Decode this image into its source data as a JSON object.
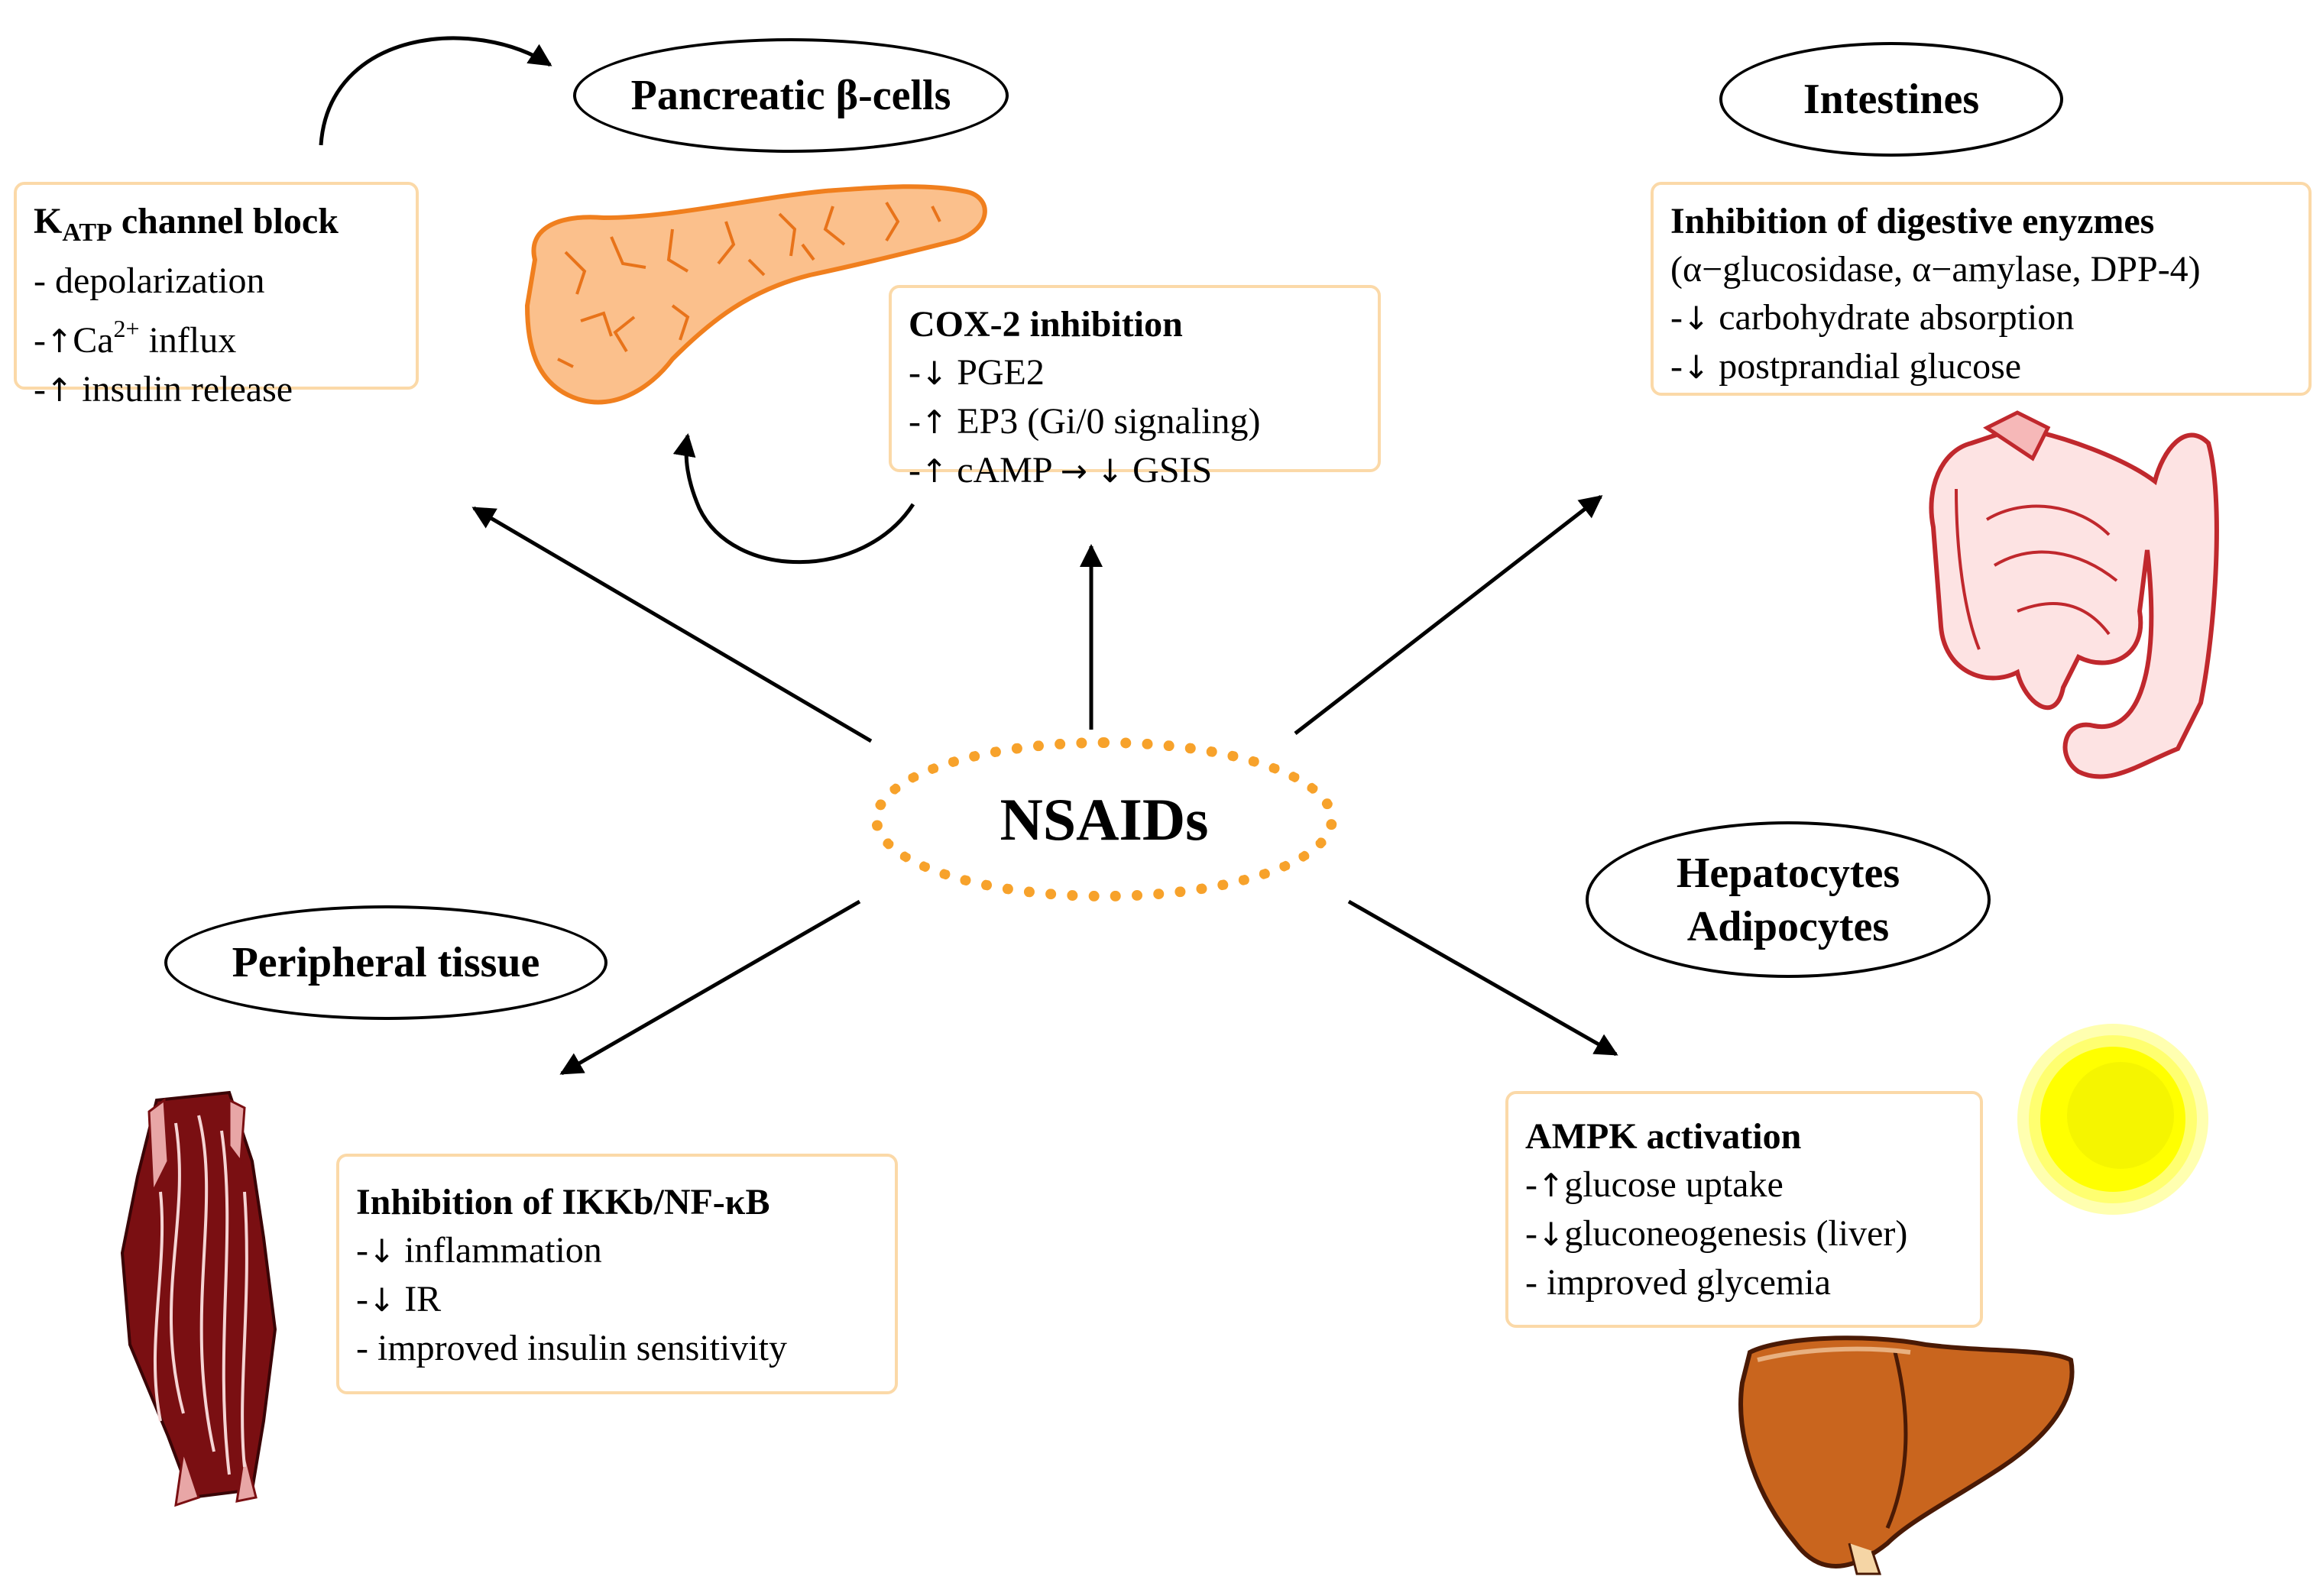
{
  "center": {
    "label": "NSAIDs"
  },
  "targets": {
    "pancreatic": "Pancreatic β-cells",
    "intestines": "Intestines",
    "peripheral": "Peripheral tissue",
    "hepatocytes": "Hepatocytes",
    "adipocytes": "Adipocytes"
  },
  "katp_box": {
    "title_main": "K",
    "title_sub": "ATP",
    "title_rest": " channel block",
    "line1": "- depolarization",
    "line2_prefix": "-",
    "line2_arrow": "↑",
    "line2_text": "Ca",
    "line2_sup": "2+",
    "line2_rest": " influx",
    "line3_prefix": "-",
    "line3_arrow": "↑",
    "line3_text": " insulin release"
  },
  "cox_box": {
    "title": "COX-2 inhibition",
    "line1_prefix": "-",
    "line1_arrow": "↓",
    "line1_text": " PGE2",
    "line2_prefix": "-",
    "line2_arrow": "↑",
    "line2_text": " EP3 (Gi/0 signaling)",
    "line3_prefix": "-",
    "line3_arrow": "↑",
    "line3_text": " cAMP ",
    "line3_arrow2": "→",
    "line3_arrow3": "↓",
    "line3_end": "  GSIS"
  },
  "intestine_box": {
    "title": "Inhibition of digestive enyzmes",
    "line1": "(α−glucosidase, α−amylase, DPP-4)",
    "line2_prefix": "-",
    "line2_arrow": "↓",
    "line2_text": " carbohydrate absorption",
    "line3_prefix": "-",
    "line3_arrow": "↓",
    "line3_text": " postprandial glucose"
  },
  "ikk_box": {
    "title": "Inhibition of IKKb/NF-κB",
    "line1_prefix": "-",
    "line1_arrow": "↓",
    "line1_text": " inflammation",
    "line2_prefix": "-",
    "line2_arrow": "↓",
    "line2_text": " IR",
    "line3": "- improved insulin sensitivity"
  },
  "ampk_box": {
    "title": "AMPK activation",
    "line1_prefix": "-",
    "line1_arrow": "↑",
    "line1_text": "glucose uptake",
    "line2_prefix": "-",
    "line2_arrow": "↓",
    "line2_text": "gluconeogenesis (liver)",
    "line3": "-  improved glycemia"
  },
  "colors": {
    "nsaids_border": "#f7a22b",
    "box_border": "#fbd9a8",
    "pancreas_fill": "#fbc08c",
    "pancreas_stroke": "#f07f1e",
    "intestine_fill": "#fde3e3",
    "intestine_stroke": "#c0282d",
    "muscle_fill": "#7a0f12",
    "liver_fill": "#c9651e",
    "sun_fill": "#ffff00"
  }
}
